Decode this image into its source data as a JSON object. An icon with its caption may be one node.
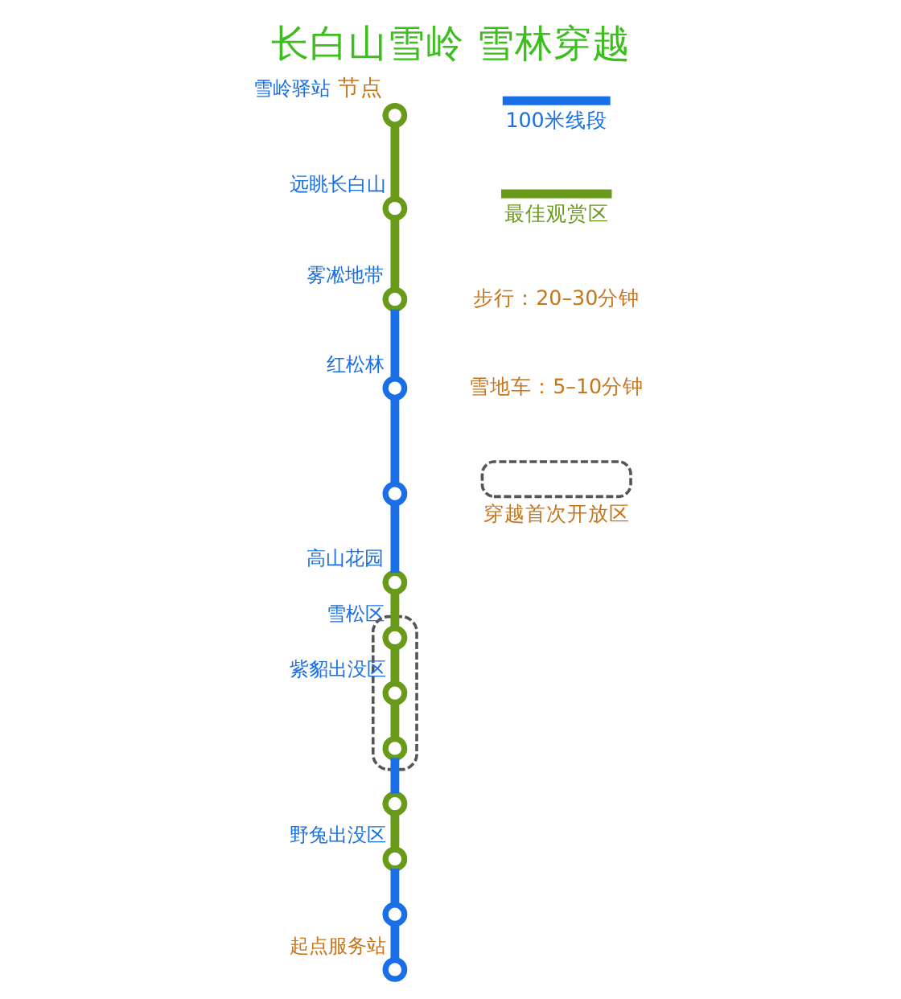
{
  "diagram": {
    "title": "长白山雪岭 雪林穿越",
    "nodes": [
      {
        "text": [
          "雪岭驿站"
        ],
        "beside": [
          "节点"
        ]
      },
      {
        "text": [
          "远眺长白山"
        ]
      },
      {
        "text": [
          "雾凇地带"
        ]
      },
      {
        "text": [
          "红松林"
        ]
      },
      {
        "text": [],
        "shape": "circle"
      },
      {
        "text": [
          "高山花园"
        ]
      },
      {
        "text": [],
        "shape": "box"
      },
      {
        "text": [
          "雪松区"
        ],
        "in": 6
      },
      {
        "text": [
          "紫貂出没区"
        ],
        "in": 6
      },
      {
        "text": [],
        "shape": "circle",
        "in": 6
      },
      {
        "text": [],
        "shape": "circle"
      },
      {
        "text": [
          "野兔出没区"
        ]
      },
      {
        "text": [],
        "shape": "circle"
      },
      {
        "text": [
          "起点服务站"
        ]
      }
    ],
    "edges": [
      {
        "from": 0,
        "to": 1,
        "arrow": "none"
      },
      {
        "from": 1,
        "to": 2,
        "arrow": "none"
      },
      {
        "from": 2,
        "to": 3,
        "arrow": "none",
        "color": "#1a6fe6"
      },
      {
        "from": 3,
        "to": 4,
        "arrow": "none",
        "color": "#1a6fe6"
      },
      {
        "from": 4,
        "to": 5,
        "arrow": "none",
        "color": "#1a6fe6"
      },
      {
        "from": 5,
        "to": 7,
        "arrow": "none"
      },
      {
        "from": 7,
        "to": 8,
        "arrow": "none"
      },
      {
        "from": 8,
        "to": 9,
        "arrow": "none"
      },
      {
        "from": 9,
        "to": 10,
        "arrow": "none",
        "color": "#1a6fe6"
      },
      {
        "from": 10,
        "to": 11,
        "arrow": "none"
      },
      {
        "from": 11,
        "to": 12,
        "arrow": "none",
        "color": "#1a6fe6"
      },
      {
        "from": 12,
        "to": 13,
        "arrow": "none",
        "color": "#1a6fe6"
      }
    ],
    "labels": [
      "步行：20–30分钟",
      "雪地车：5–10分钟"
    ],
    "legend": [
      {
        "text": "100米线段"
      },
      {
        "text": "最佳观赏区"
      },
      {
        "text": "穿越首次开放区"
      }
    ]
  }
}
